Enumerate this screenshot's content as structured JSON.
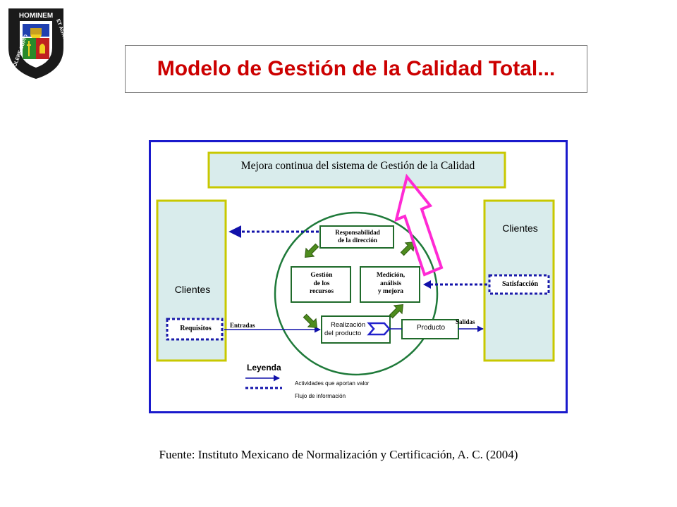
{
  "logo": {
    "top_text": "HOMINEM",
    "right_text": "ET AGRUM",
    "left_text": "COLERE CUPIO"
  },
  "title": "Modelo de Gestión de la Calidad Total...",
  "diagram": {
    "improvement_label": "Mejora continua del sistema de Gestión de la Calidad",
    "left_clients": {
      "title": "Clientes",
      "requirements": "Requisitos"
    },
    "right_clients": {
      "title": "Clientes",
      "satisfaction": "Satisfacción"
    },
    "processes": {
      "responsibility": [
        "Responsabilidad",
        "de la dirección"
      ],
      "resources": [
        "Gestión",
        "de los",
        "recursos"
      ],
      "measurement": [
        "Medición,",
        "análisis",
        "y mejora"
      ],
      "realization": [
        "Realización",
        "del producto"
      ],
      "product": "Producto"
    },
    "inputs_label": "Entradas",
    "outputs_label": "Salidas",
    "legend": {
      "title": "Leyenda",
      "value_activities": "Actividades que aportan valor",
      "information_flow": "Flujo de información"
    },
    "colors": {
      "frame": "#1a1acc",
      "box_fill": "#d9ecec",
      "box_border": "#c8c800",
      "circle": "#1f7a3a",
      "process_border": "#1f6a2a",
      "arrow_green": "#4e8c1e",
      "improvement_arrow": "#ff2ad4",
      "flow": "#1111aa",
      "title": "#cc0000"
    }
  },
  "source": "Fuente: Instituto Mexicano de Normalización  y Certificación, A. C. (2004)"
}
